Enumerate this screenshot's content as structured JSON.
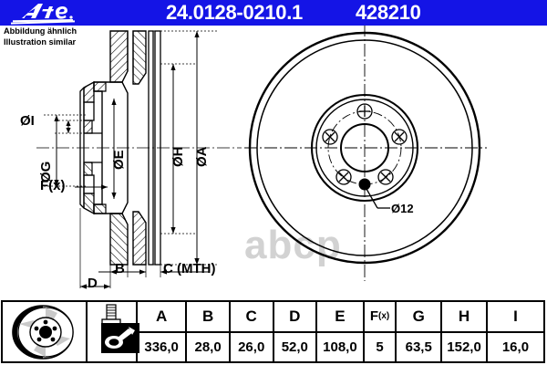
{
  "header": {
    "logo_text": "Ate",
    "logo_name": "ate-logo",
    "part_number": "24.0128-0210.1",
    "article_number": "428210",
    "band_color": "#1414e6",
    "text_color": "#ffffff"
  },
  "notes": {
    "illustration_similar": "Abbildung ähnlich\nIllustration similar"
  },
  "watermark": {
    "text": "abcp"
  },
  "drawing": {
    "section_view_labels": {
      "dia_i": "ØI",
      "dia_g": "ØG",
      "dia_e": "ØE",
      "dia_h": "ØH",
      "dia_a": "ØA",
      "force": "F(x)",
      "dim_b": "B",
      "dim_c": "C (MTH)",
      "dim_d": "D"
    },
    "face_view_labels": {
      "bolt_hole": "Ø12"
    }
  },
  "table": {
    "disc_icon": "brake-disc-illustration",
    "bolt_icon": "wheel-bolt-icon",
    "torque_icon": "torque-wrench-icon",
    "headers": [
      "A",
      "B",
      "C",
      "D",
      "E",
      "F(x)",
      "G",
      "H",
      "I"
    ],
    "header_f_main": "F",
    "header_f_sub": "(x)",
    "values": [
      "336,0",
      "28,0",
      "26,0",
      "52,0",
      "108,0",
      "5",
      "63,5",
      "152,0",
      "16,0"
    ]
  }
}
